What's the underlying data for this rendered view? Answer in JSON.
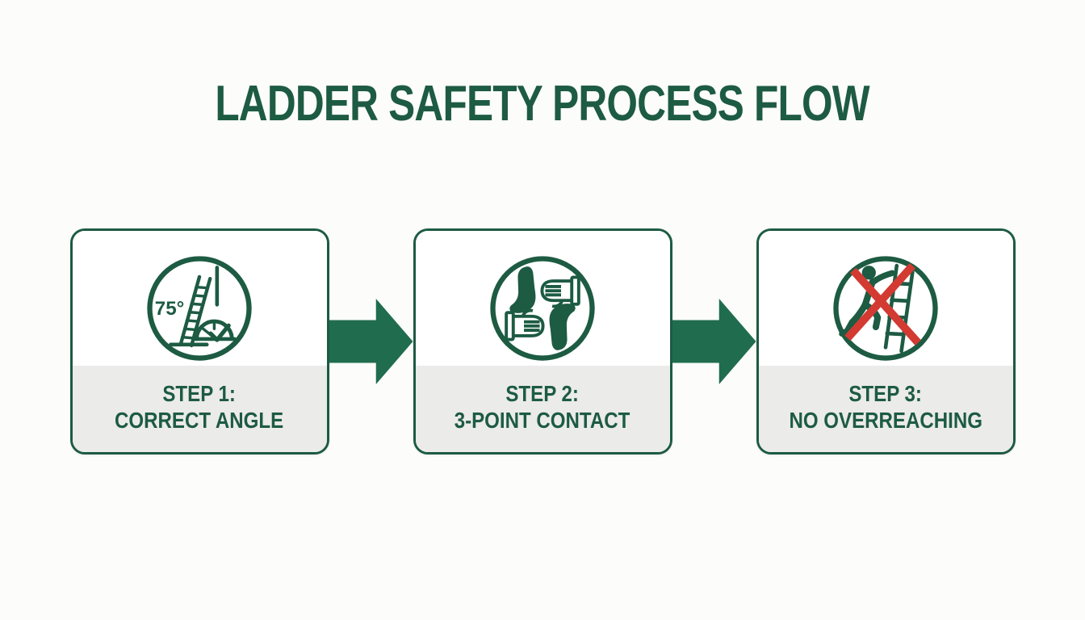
{
  "title": "LADDER SAFETY PROCESS FLOW",
  "colors": {
    "deep_green": "#1d5b43",
    "arrow_green": "#206c4e",
    "panel_gray": "#ebebe9",
    "prohibition_red": "#d23a32",
    "background": "#fcfcfb",
    "card_white": "#ffffff"
  },
  "steps": [
    {
      "step": "STEP 1:",
      "name": "CORRECT ANGLE",
      "icon": "ladder-angle-gauge-icon",
      "angle_label": "75°"
    },
    {
      "step": "STEP 2:",
      "name": "3-POINT CONTACT",
      "icon": "three-point-contact-icon"
    },
    {
      "step": "STEP 3:",
      "name": "no-overreaching-prohibited-icon",
      "icon": "no-overreaching-prohibited-icon"
    }
  ],
  "step_labels": [
    {
      "line1": "STEP 1:",
      "line2": "CORRECT ANGLE"
    },
    {
      "line1": "STEP 2:",
      "line2": "3-POINT CONTACT"
    },
    {
      "line1": "STEP 3:",
      "line2": "NO OVERREACHING"
    }
  ],
  "connectors": [
    {
      "type": "arrow-right"
    },
    {
      "type": "arrow-right"
    }
  ]
}
